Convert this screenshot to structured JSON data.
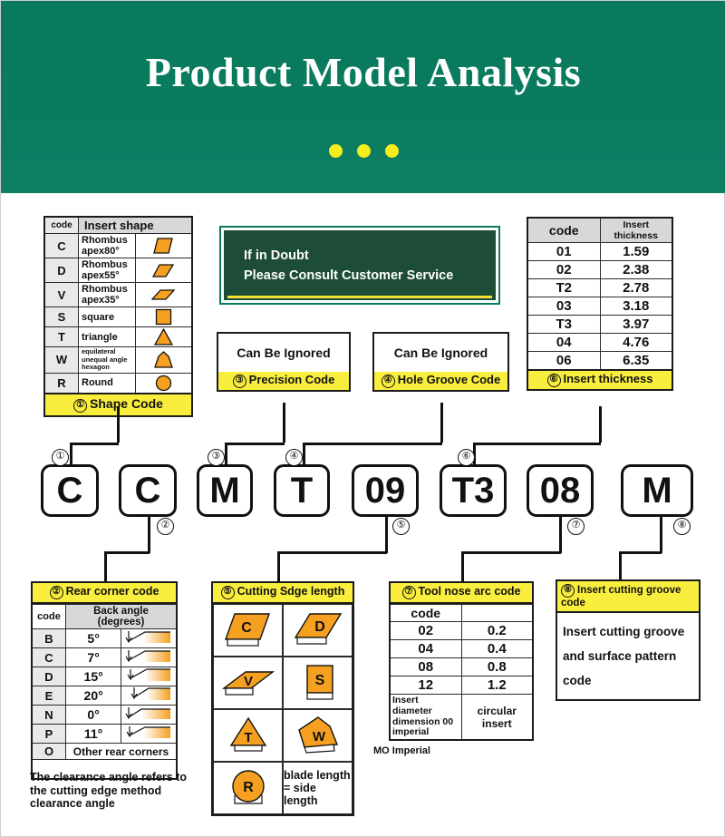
{
  "header": {
    "title": "Product Model Analysis",
    "dots": 3,
    "bg_color": "#0b7a5f",
    "dot_color": "#f5ec1c"
  },
  "colors": {
    "accent_green": "#0b7a5f",
    "dark_green": "#1d4d36",
    "yellow": "#f9ee3e",
    "orange": "#f5a020",
    "header_gray": "#d8d8d8"
  },
  "shape_table": {
    "headers": [
      "code",
      "Insert shape",
      ""
    ],
    "rows": [
      {
        "code": "C",
        "name": "Rhombus apex80°",
        "icon": "rhombus-80-icon"
      },
      {
        "code": "D",
        "name": "Rhombus apex55°",
        "icon": "rhombus-55-icon"
      },
      {
        "code": "V",
        "name": "Rhombus apex35°",
        "icon": "rhombus-35-icon"
      },
      {
        "code": "S",
        "name": "square",
        "icon": "square-icon"
      },
      {
        "code": "T",
        "name": "triangle",
        "icon": "triangle-icon"
      },
      {
        "code": "W",
        "name": "equilateral unequal angle hexagon",
        "icon": "hexagon-icon"
      },
      {
        "code": "R",
        "name": "Round",
        "icon": "circle-icon"
      }
    ],
    "footer": {
      "num": "①",
      "label": "Shape Code"
    }
  },
  "consult_box": {
    "line1": "If in Doubt",
    "line2": "Please Consult Customer Service"
  },
  "precision_panel": {
    "body": "Can Be Ignored",
    "footer": {
      "num": "③",
      "label": "Precision Code"
    }
  },
  "hole_groove_panel": {
    "body": "Can Be Ignored",
    "footer": {
      "num": "④",
      "label": "Hole Groove Code"
    }
  },
  "thickness_table": {
    "headers": [
      "code",
      "Insert thickness"
    ],
    "rows": [
      {
        "code": "01",
        "value": "1.59"
      },
      {
        "code": "02",
        "value": "2.38"
      },
      {
        "code": "T2",
        "value": "2.78"
      },
      {
        "code": "03",
        "value": "3.18"
      },
      {
        "code": "T3",
        "value": "3.97"
      },
      {
        "code": "04",
        "value": "4.76"
      },
      {
        "code": "06",
        "value": "6.35"
      }
    ],
    "footer": {
      "num": "⑥",
      "label": "Insert thickness"
    }
  },
  "code_boxes": [
    {
      "value": "C",
      "marker": "①",
      "marker_pos": "top"
    },
    {
      "value": "C",
      "marker": "②",
      "marker_pos": "bottom"
    },
    {
      "value": "M",
      "marker": "③",
      "marker_pos": "top"
    },
    {
      "value": "T",
      "marker": "④",
      "marker_pos": "top"
    },
    {
      "value": "09",
      "marker": "⑤",
      "marker_pos": "bottom"
    },
    {
      "value": "T3",
      "marker": "⑥",
      "marker_pos": "top"
    },
    {
      "value": "08",
      "marker": "⑦",
      "marker_pos": "bottom"
    },
    {
      "value": "M",
      "marker": "⑧",
      "marker_pos": "bottom"
    }
  ],
  "rear_corner_panel": {
    "header": {
      "num": "②",
      "label": "Rear corner code"
    },
    "columns": [
      "code",
      "Back angle (degrees)",
      ""
    ],
    "rows": [
      {
        "code": "B",
        "angle": "5°"
      },
      {
        "code": "C",
        "angle": "7°"
      },
      {
        "code": "D",
        "angle": "15°"
      },
      {
        "code": "E",
        "angle": "20°"
      },
      {
        "code": "N",
        "angle": "0°"
      },
      {
        "code": "P",
        "angle": "11°"
      },
      {
        "code": "O",
        "angle": "Other rear corners",
        "full": true
      }
    ],
    "note": "The clearance angle refers to the cutting edge method clearance angle"
  },
  "cutting_edge_panel": {
    "header": {
      "num": "⑤",
      "label": "Cutting Sdge length"
    },
    "shapes": [
      {
        "code": "C",
        "icon": "rhombus-80-insert-icon"
      },
      {
        "code": "D",
        "icon": "rhombus-55-insert-icon"
      },
      {
        "code": "V",
        "icon": "rhombus-35-insert-icon"
      },
      {
        "code": "S",
        "icon": "square-insert-icon"
      },
      {
        "code": "T",
        "icon": "triangle-insert-icon"
      },
      {
        "code": "W",
        "icon": "hexagon-insert-icon"
      },
      {
        "code": "R",
        "icon": "round-insert-icon"
      }
    ],
    "note": "blade length = side length"
  },
  "nose_arc_panel": {
    "header": {
      "num": "⑦",
      "label": "Tool nose arc code"
    },
    "columns": [
      "code",
      ""
    ],
    "rows": [
      {
        "code": "02",
        "value": "0.2"
      },
      {
        "code": "04",
        "value": "0.4"
      },
      {
        "code": "08",
        "value": "0.8"
      },
      {
        "code": "12",
        "value": "1.2"
      }
    ],
    "footer_left": "Insert diameter dimension 00 imperial",
    "footer_left_extra": "MO Imperial",
    "footer_right": "circular insert"
  },
  "groove_panel": {
    "header": {
      "num": "⑧",
      "label": "Insert cutting groove code"
    },
    "line1": "Insert cutting groove",
    "line2": "and surface pattern code"
  }
}
